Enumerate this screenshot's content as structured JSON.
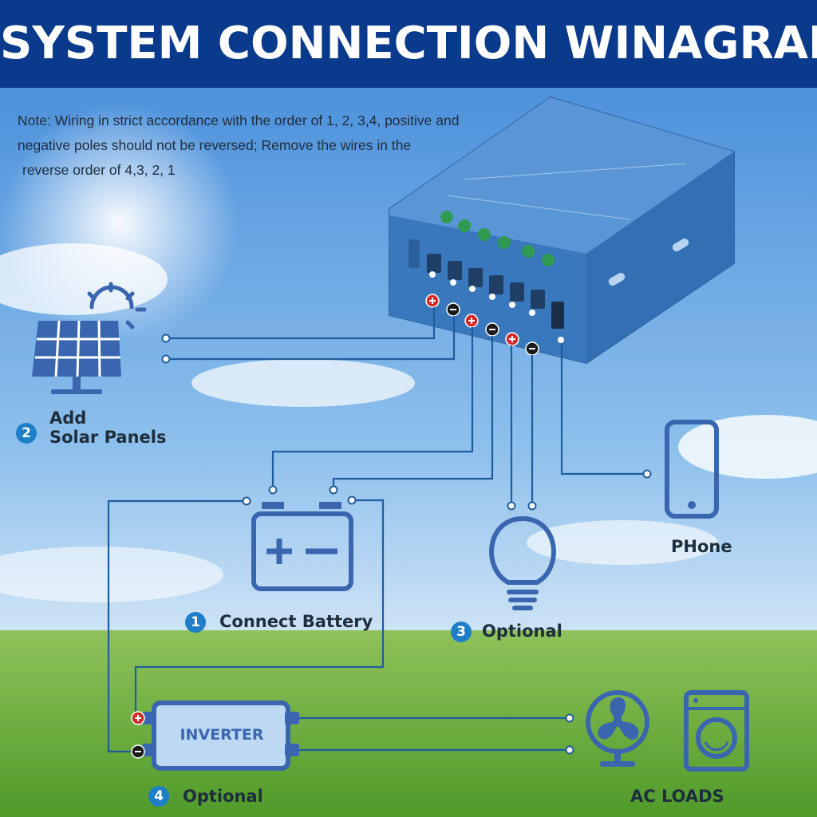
{
  "header": {
    "title": "SYSTEM CONNECTION WINAGRAM"
  },
  "note": {
    "line1": "Note: Wiring in strict accordance with the order of 1, 2, 3,4, positive and",
    "line2": "negative poles should not be reversed; Remove the wires in the",
    "line3": "reverse order of 4,3, 2, 1"
  },
  "steps": {
    "solar": {
      "num": "2",
      "line1": "Add",
      "line2": "Solar Panels"
    },
    "battery": {
      "num": "1",
      "label": "Connect Battery"
    },
    "light": {
      "num": "3",
      "label": "Optional"
    },
    "inverter": {
      "num": "4",
      "label": "Optional"
    }
  },
  "devices": {
    "phone": "PHone",
    "inverter": "INVERTER",
    "ac_loads": "AC LOADS"
  },
  "colors": {
    "header": "#0a3a8c",
    "icon": "#3a66b0",
    "wire": "#1f5d9c",
    "controller": "#3f7fc4",
    "positive": "#d42a2a",
    "negative": "#1a1a1a",
    "step_badge": "#1e7fc8",
    "grass": "#6fae3a"
  },
  "icons": {
    "solar": "solar-panel-icon",
    "battery": "battery-icon",
    "light": "light-bulb-icon",
    "phone": "phone-icon",
    "fan": "fan-icon",
    "washer": "washing-machine-icon"
  }
}
